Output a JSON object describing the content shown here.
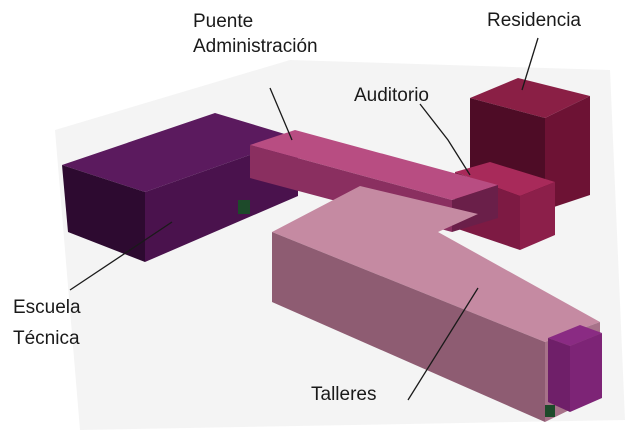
{
  "labels": {
    "puente_line1": "Puente",
    "puente_line2": "Administración",
    "residencia": "Residencia",
    "auditorio": "Auditorio",
    "escuela_line1": "Escuela",
    "escuela_line2": "Técnica",
    "talleres": "Talleres"
  },
  "colors": {
    "escuela_top": "#5b1a5e",
    "escuela_front": "#4a124d",
    "escuela_end": "#2d0a30",
    "puente_top": "#b84d82",
    "puente_front": "#8a2f60",
    "residencia_top": "#8a1f45",
    "residencia_front": "#6d1234",
    "residencia_side": "#4e0c26",
    "auditorio_top": "#a82a5a",
    "auditorio_front": "#8c1f4a",
    "talleres_top": "#c58aa2",
    "talleres_front": "#8e5c72",
    "talleres_side": "#a77289",
    "annex_top": "#8a2b83",
    "annex_front": "#6f1f69"
  }
}
